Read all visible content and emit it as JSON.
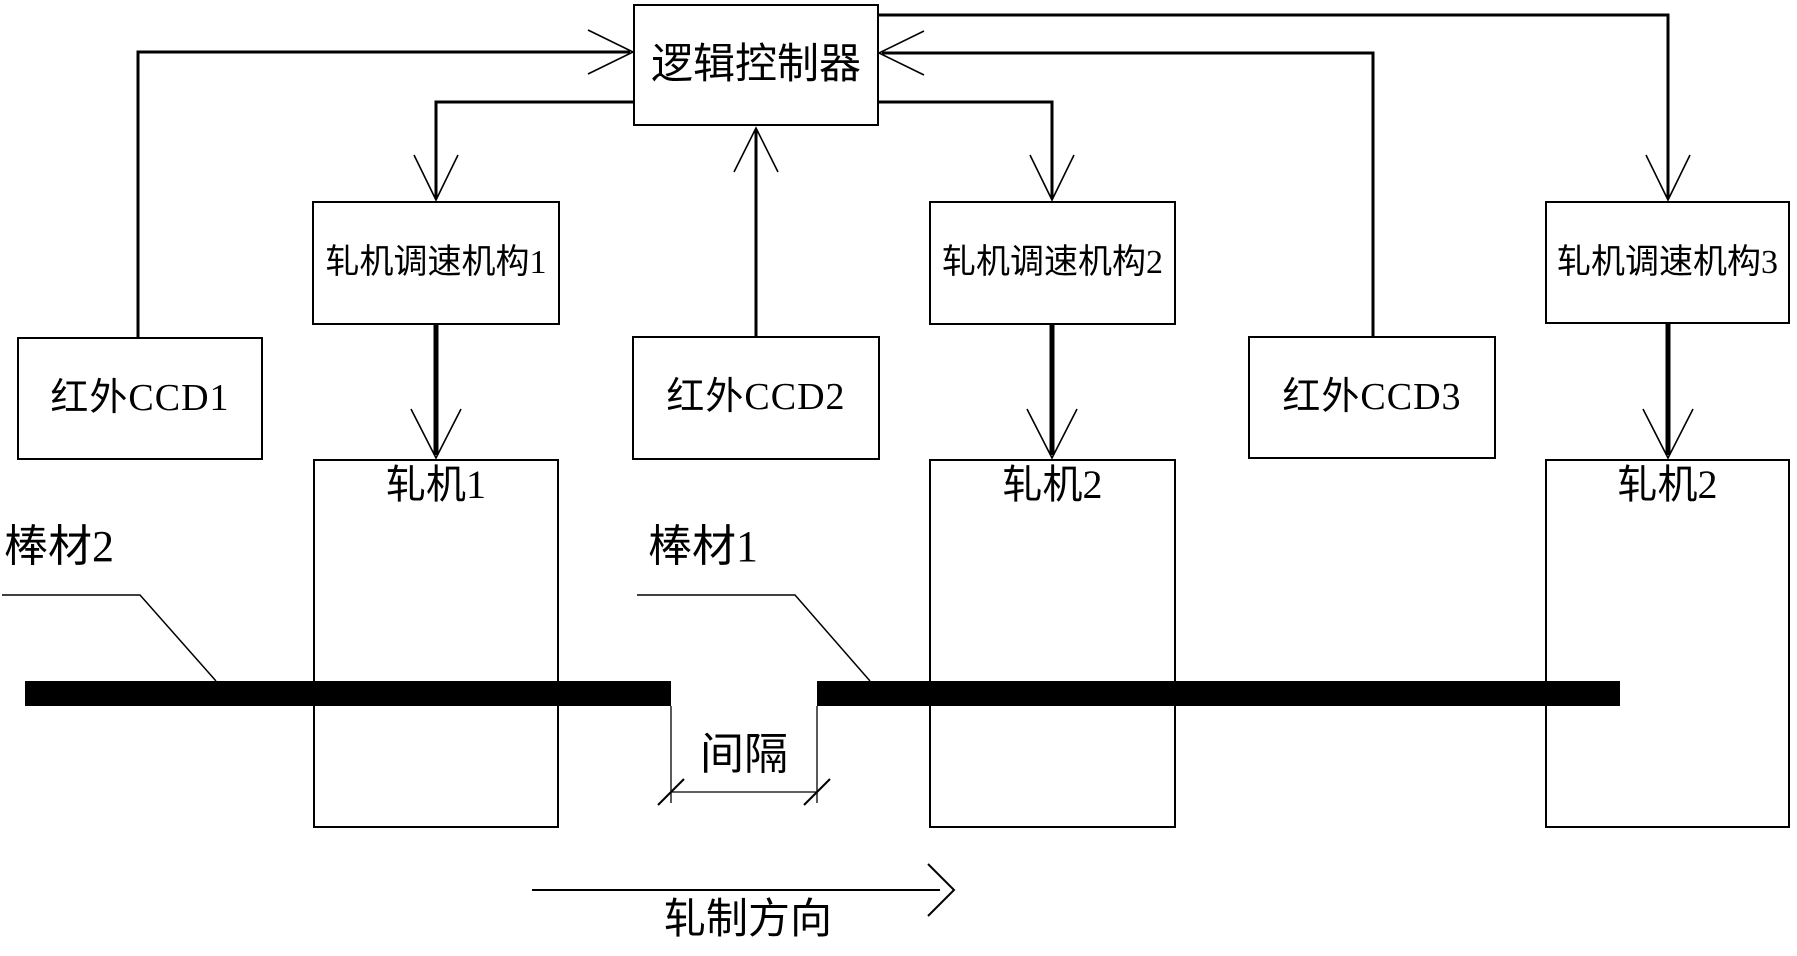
{
  "diagram": {
    "title_hint": "bar rolling mill gap control block diagram",
    "controller": {
      "label": "逻辑控制器"
    },
    "speed_units": [
      {
        "label": "轧机调速机构1"
      },
      {
        "label": "轧机调速机构2"
      },
      {
        "label": "轧机调速机构3"
      }
    ],
    "ccds": [
      {
        "label": "红外CCD1"
      },
      {
        "label": "红外CCD2"
      },
      {
        "label": "红外CCD3"
      }
    ],
    "mills": [
      {
        "label": "轧机1"
      },
      {
        "label": "轧机2"
      },
      {
        "label": "轧机2"
      }
    ],
    "bar_labels": [
      {
        "label": "棒材2"
      },
      {
        "label": "棒材1"
      }
    ],
    "gap_label": "间隔",
    "direction_label": "轧制方向",
    "colors": {
      "line": "#000000",
      "background": "#ffffff"
    }
  }
}
